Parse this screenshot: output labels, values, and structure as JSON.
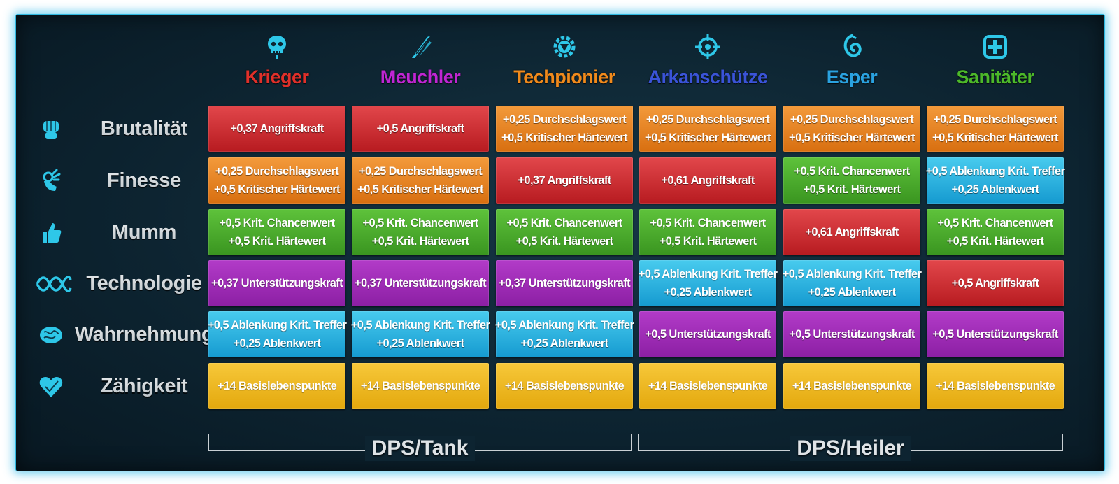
{
  "classes": [
    {
      "name": "Krieger",
      "color": "#e0302a",
      "icon": "skull-icon"
    },
    {
      "name": "Meuchler",
      "color": "#c026d3",
      "icon": "blade-icon"
    },
    {
      "name": "Techpionier",
      "color": "#f08a1c",
      "icon": "gear-icon"
    },
    {
      "name": "Arkanschütze",
      "color": "#3a54d8",
      "icon": "crosshair-icon"
    },
    {
      "name": "Esper",
      "color": "#2aa2e0",
      "icon": "swirl-icon"
    },
    {
      "name": "Sanitäter",
      "color": "#4cb82a",
      "icon": "medic-cross-icon"
    }
  ],
  "attributes": [
    {
      "name": "Brutalität",
      "icon": "fist-icon"
    },
    {
      "name": "Finesse",
      "icon": "hand-icon"
    },
    {
      "name": "Mumm",
      "icon": "thumbs-up-icon"
    },
    {
      "name": "Technologie",
      "icon": "dna-icon"
    },
    {
      "name": "Wahrnehmung",
      "icon": "brain-icon"
    },
    {
      "name": "Zähigkeit",
      "icon": "heart-icon"
    }
  ],
  "rows": [
    [
      {
        "lines": [
          "+0,37 Angriffskraft"
        ],
        "color": "red"
      },
      {
        "lines": [
          "+0,5 Angriffskraft"
        ],
        "color": "red"
      },
      {
        "lines": [
          "+0,25 Durchschlagswert",
          "+0,5 Kritischer Härtewert"
        ],
        "color": "orange"
      },
      {
        "lines": [
          "+0,25 Durchschlagswert",
          "+0,5 Kritischer Härtewert"
        ],
        "color": "orange"
      },
      {
        "lines": [
          "+0,25 Durchschlagswert",
          "+0,5 Kritischer Härtewert"
        ],
        "color": "orange"
      },
      {
        "lines": [
          "+0,25 Durchschlagswert",
          "+0,5 Kritischer Härtewert"
        ],
        "color": "orange"
      }
    ],
    [
      {
        "lines": [
          "+0,25 Durchschlagswert",
          "+0,5 Kritischer Härtewert"
        ],
        "color": "orange"
      },
      {
        "lines": [
          "+0,25 Durchschlagswert",
          "+0,5 Kritischer Härtewert"
        ],
        "color": "orange"
      },
      {
        "lines": [
          "+0,37 Angriffskraft"
        ],
        "color": "red"
      },
      {
        "lines": [
          "+0,61 Angriffskraft"
        ],
        "color": "red"
      },
      {
        "lines": [
          "+0,5 Krit. Chancenwert",
          "+0,5 Krit. Härtewert"
        ],
        "color": "green"
      },
      {
        "lines": [
          "+0,5 Ablenkung Krit. Treffer",
          "+0,25 Ablenkwert"
        ],
        "color": "cyan"
      }
    ],
    [
      {
        "lines": [
          "+0,5 Krit. Chancenwert",
          "+0,5 Krit. Härtewert"
        ],
        "color": "green"
      },
      {
        "lines": [
          "+0,5 Krit. Chancenwert",
          "+0,5 Krit. Härtewert"
        ],
        "color": "green"
      },
      {
        "lines": [
          "+0,5 Krit. Chancenwert",
          "+0,5 Krit. Härtewert"
        ],
        "color": "green"
      },
      {
        "lines": [
          "+0,5 Krit. Chancenwert",
          "+0,5 Krit. Härtewert"
        ],
        "color": "green"
      },
      {
        "lines": [
          "+0,61 Angriffskraft"
        ],
        "color": "red"
      },
      {
        "lines": [
          "+0,5 Krit. Chancenwert",
          "+0,5 Krit. Härtewert"
        ],
        "color": "green"
      }
    ],
    [
      {
        "lines": [
          "+0,37 Unterstützungskraft"
        ],
        "color": "purple"
      },
      {
        "lines": [
          "+0,37 Unterstützungskraft"
        ],
        "color": "purple"
      },
      {
        "lines": [
          "+0,37 Unterstützungskraft"
        ],
        "color": "purple"
      },
      {
        "lines": [
          "+0,5 Ablenkung Krit. Treffer",
          "+0,25 Ablenkwert"
        ],
        "color": "cyan"
      },
      {
        "lines": [
          "+0,5 Ablenkung Krit. Treffer",
          "+0,25 Ablenkwert"
        ],
        "color": "cyan"
      },
      {
        "lines": [
          "+0,5 Angriffskraft"
        ],
        "color": "red"
      }
    ],
    [
      {
        "lines": [
          "+0,5 Ablenkung Krit. Treffer",
          "+0,25 Ablenkwert"
        ],
        "color": "cyan"
      },
      {
        "lines": [
          "+0,5 Ablenkung Krit. Treffer",
          "+0,25 Ablenkwert"
        ],
        "color": "cyan"
      },
      {
        "lines": [
          "+0,5 Ablenkung Krit. Treffer",
          "+0,25 Ablenkwert"
        ],
        "color": "cyan"
      },
      {
        "lines": [
          "+0,5 Unterstützungskraft"
        ],
        "color": "purple"
      },
      {
        "lines": [
          "+0,5 Unterstützungskraft"
        ],
        "color": "purple"
      },
      {
        "lines": [
          "+0,5 Unterstützungskraft"
        ],
        "color": "purple"
      }
    ],
    [
      {
        "lines": [
          "+14 Basislebenspunkte"
        ],
        "color": "yellow"
      },
      {
        "lines": [
          "+14 Basislebenspunkte"
        ],
        "color": "yellow"
      },
      {
        "lines": [
          "+14 Basislebenspunkte"
        ],
        "color": "yellow"
      },
      {
        "lines": [
          "+14 Basislebenspunkte"
        ],
        "color": "yellow"
      },
      {
        "lines": [
          "+14 Basislebenspunkte"
        ],
        "color": "yellow"
      },
      {
        "lines": [
          "+14 Basislebenspunkte"
        ],
        "color": "yellow"
      }
    ]
  ],
  "groups": [
    {
      "label": "DPS/Tank"
    },
    {
      "label": "DPS/Heiler"
    }
  ],
  "colors": {
    "red": "#c62a2e",
    "orange": "#e6801f",
    "green": "#48a82b",
    "purple": "#9d2cb5",
    "cyan": "#27b0de",
    "yellow": "#edb823",
    "frame_glow": "#3cbee b"
  }
}
